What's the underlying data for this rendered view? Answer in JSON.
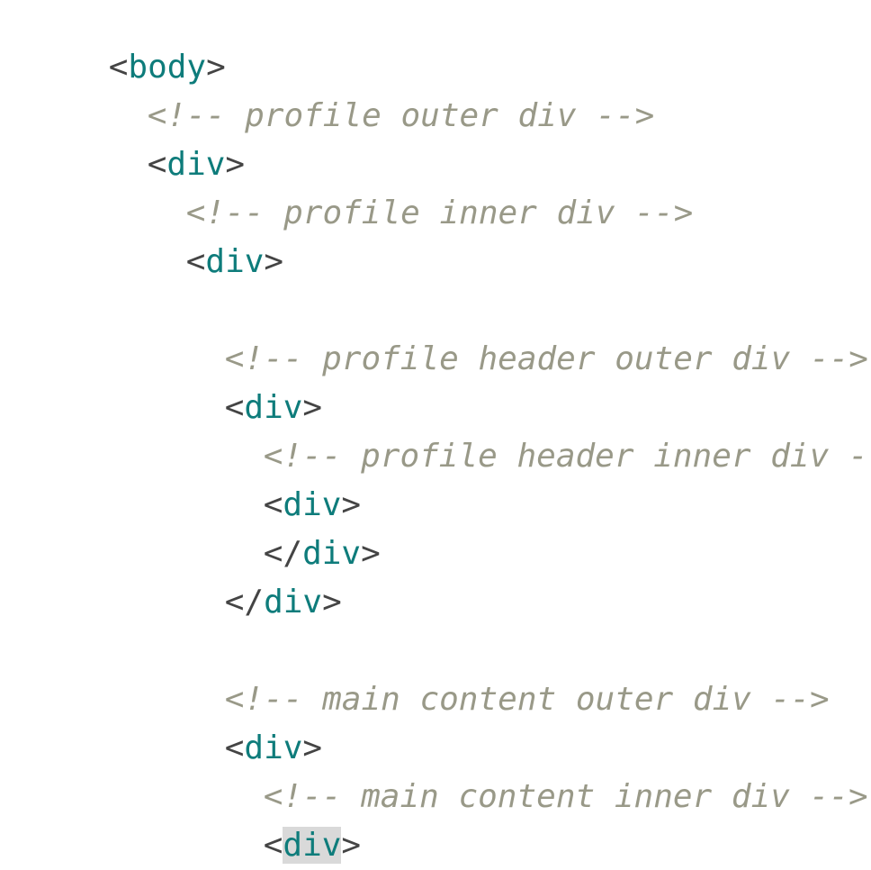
{
  "editor": {
    "lines": [
      {
        "kind": "open",
        "tag": "body"
      },
      {
        "kind": "comment",
        "text": "profile outer div"
      },
      {
        "kind": "open",
        "tag": "div"
      },
      {
        "kind": "comment",
        "text": "profile inner div"
      },
      {
        "kind": "open",
        "tag": "div"
      },
      {
        "kind": "blank"
      },
      {
        "kind": "comment",
        "text": "profile header outer div"
      },
      {
        "kind": "open",
        "tag": "div"
      },
      {
        "kind": "comment",
        "text": "profile header inner div"
      },
      {
        "kind": "open",
        "tag": "div"
      },
      {
        "kind": "close",
        "tag": "div"
      },
      {
        "kind": "close",
        "tag": "div"
      },
      {
        "kind": "blank"
      },
      {
        "kind": "comment",
        "text": "main content outer div"
      },
      {
        "kind": "open",
        "tag": "div"
      },
      {
        "kind": "comment",
        "text": "main content inner div"
      },
      {
        "kind": "open",
        "tag": "div",
        "highlighted": true
      },
      {
        "kind": "comment",
        "text": "..."
      }
    ],
    "punctuation": {
      "lt": "<",
      "gt": ">",
      "close_lt": "</",
      "comment_open": "<!--",
      "comment_close": "-->"
    },
    "colors": {
      "tag": "#0e7c7b",
      "punctuation": "#444444",
      "comment": "#999988",
      "highlight": "#d9d9d9"
    }
  }
}
